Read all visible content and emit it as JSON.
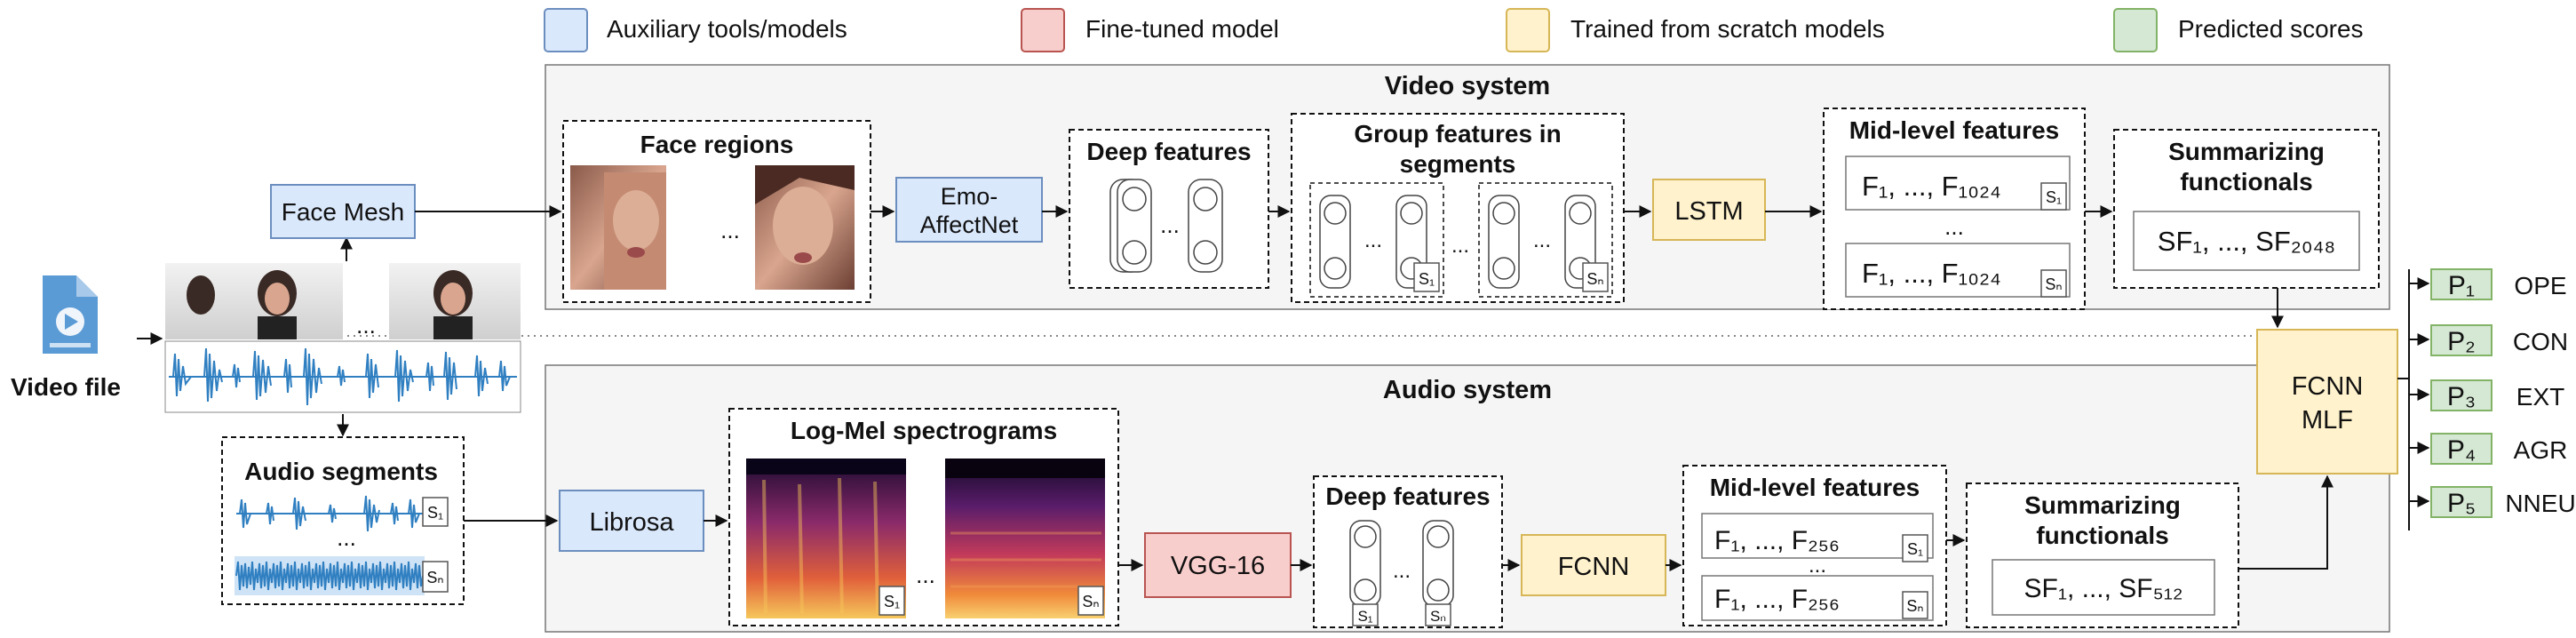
{
  "legend": {
    "auxiliary": "Auxiliary tools/models",
    "finetuned": "Fine-tuned model",
    "scratch": "Trained from scratch models",
    "predicted": "Predicted scores"
  },
  "colors": {
    "auxiliary": "#dae8fc",
    "auxiliary_border": "#6c8ebf",
    "finetuned": "#f8cecc",
    "finetuned_border": "#b85450",
    "scratch": "#fff2cc",
    "scratch_border": "#d6b656",
    "predicted": "#d5e8d4",
    "predicted_border": "#82b366",
    "system_bg": "#f5f5f5",
    "waveform": "#2f7fc1"
  },
  "input": {
    "video_file": "Video file",
    "ellipsis": "..."
  },
  "video_system": {
    "title": "Video system",
    "face_mesh": "Face Mesh",
    "face_regions": "Face regions",
    "emo_affectnet_line1": "Emo-",
    "emo_affectnet_line2": "AffectNet",
    "deep_features": "Deep features",
    "group_features_line1": "Group features in",
    "group_features_line2": "segments",
    "lstm": "LSTM",
    "mid_level": "Mid-level features",
    "feature_row1": "F₁, ..., F₁₀₂₄",
    "feature_row2": "F₁, ..., F₁₀₂₄",
    "summarizing_line1": "Summarizing",
    "summarizing_line2": "functionals",
    "sf": "SF₁, ..., SF₂₀₄₈"
  },
  "audio_system": {
    "title": "Audio system",
    "audio_segments": "Audio segments",
    "librosa": "Librosa",
    "log_mel": "Log-Mel spectrograms",
    "vgg16": "VGG-16",
    "deep_features": "Deep features",
    "fcnn": "FCNN",
    "mid_level": "Mid-level features",
    "feature_row1": "F₁, ..., F₂₅₆",
    "feature_row2": "F₁, ..., F₂₅₆",
    "summarizing_line1": "Summarizing",
    "summarizing_line2": "functionals",
    "sf": "SF₁, ..., SF₅₁₂"
  },
  "segment_labels": {
    "first": "S₁",
    "last": "Sₙ"
  },
  "fusion": {
    "line1": "FCNN",
    "line2": "MLF"
  },
  "outputs": [
    {
      "p": "P₁",
      "trait": "OPE"
    },
    {
      "p": "P₂",
      "trait": "CON"
    },
    {
      "p": "P₃",
      "trait": "EXT"
    },
    {
      "p": "P₄",
      "trait": "AGR"
    },
    {
      "p": "P₅",
      "trait": "NNEU"
    }
  ]
}
